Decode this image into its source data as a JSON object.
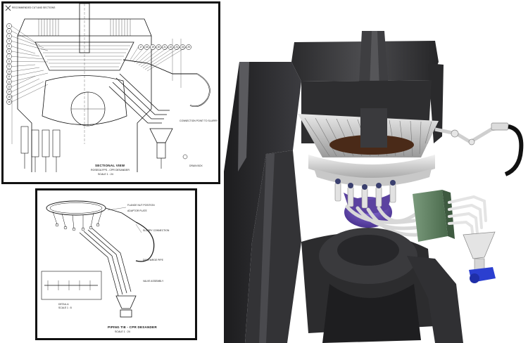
{
  "top_sheet": {
    "view_title": "SECTIONAL VIEW",
    "view_subtitle": "ROSEGA FPS - CPR DESANDER",
    "view_scale": "SCALE 1 : 24",
    "corner_note": "RECOMMENDED CUT AND SECTIONS",
    "callout_connection": "CONNECTION POINT TO SLURRY",
    "callout_drain": "DRAIN BOX",
    "balloons_left": [
      "1",
      "2",
      "3",
      "4",
      "5",
      "6",
      "7",
      "8",
      "9",
      "10",
      "11",
      "12",
      "13",
      "14",
      "15",
      "16"
    ],
    "balloons_top": [
      "17",
      "18",
      "19",
      "20",
      "21",
      "22",
      "23",
      "24",
      "25"
    ]
  },
  "bottom_sheet": {
    "view_title": "PIPING TIE - CPR DESANDER",
    "view_scale": "SCALE 1 : 24",
    "detail_title": "DETAIL A",
    "detail_scale": "SCALE 1 : 8",
    "notes": [
      "FLANGE NUT POSITION",
      "ADAPTOR PLATE",
      "SLURRY CONNECTION",
      "DISCHARGE PIPE",
      "VALVE ASSEMBLY"
    ]
  },
  "render_3d": {
    "colors": {
      "housing": "#3a3a3c",
      "housing_light": "#5a5a5e",
      "housing_dark": "#1e1e20",
      "ring": "#d8d8d8",
      "purple_part": "#6a4fb0",
      "green_box": "#5a7a5c",
      "blue_valve": "#2b3fd0",
      "hose": "#111111"
    }
  }
}
